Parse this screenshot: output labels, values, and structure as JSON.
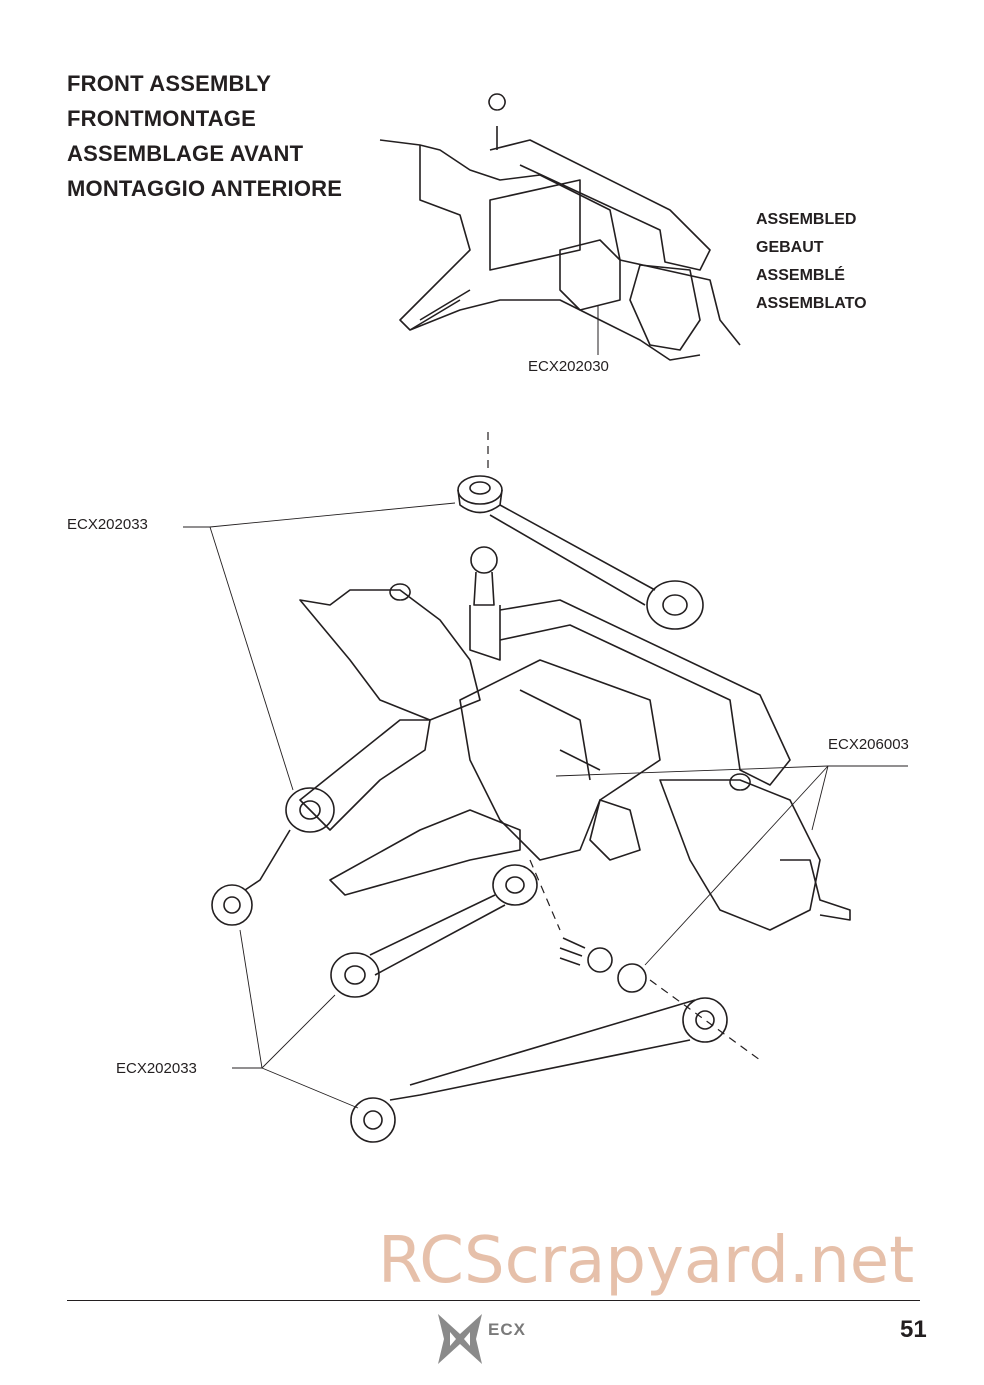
{
  "heading": {
    "lines": [
      "FRONT ASSEMBLY",
      "FRONTMONTAGE",
      "ASSEMBLAGE AVANT",
      "MONTAGGIO ANTERIORE"
    ]
  },
  "assembled": {
    "lines": [
      "ASSEMBLED",
      "GEBAUT",
      "ASSEMBLÉ",
      "ASSEMBLATO"
    ]
  },
  "parts": {
    "assembled_part": "ECX202030",
    "upper_link": "ECX202033",
    "ball_stud": "ECX206003",
    "lower_links": "ECX202033"
  },
  "footer": {
    "brand": "ECX",
    "page_number": "51",
    "watermark": "RCScrapyard.net"
  }
}
